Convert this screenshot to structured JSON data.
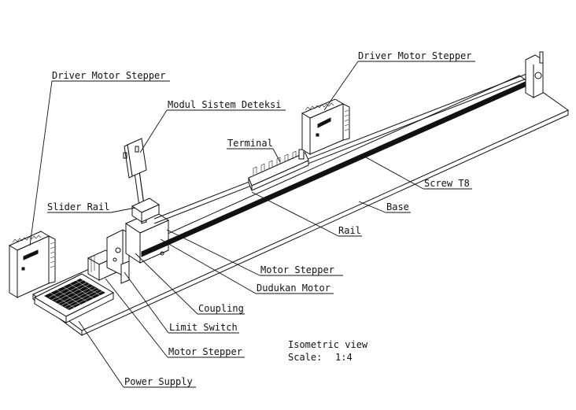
{
  "labels": {
    "driver_motor_stepper_left": "Driver Motor Stepper",
    "driver_motor_stepper_right": "Driver Motor Stepper",
    "modul_sistem_deteksi": "Modul Sistem Deteksi",
    "terminal": "Terminal",
    "screw_t8": "Screw T8",
    "base": "Base",
    "slider_rail": "Slider Rail",
    "rail": "Rail",
    "motor_stepper_upper": "Motor Stepper",
    "dudukan_motor": "Dudukan Motor",
    "coupling": "Coupling",
    "limit_switch": "Limit Switch",
    "motor_stepper_lower": "Motor Stepper",
    "power_supply": "Power Supply"
  },
  "notes": {
    "view": "Isometric view",
    "scale_label": "Scale:",
    "scale_value": "1:4"
  }
}
